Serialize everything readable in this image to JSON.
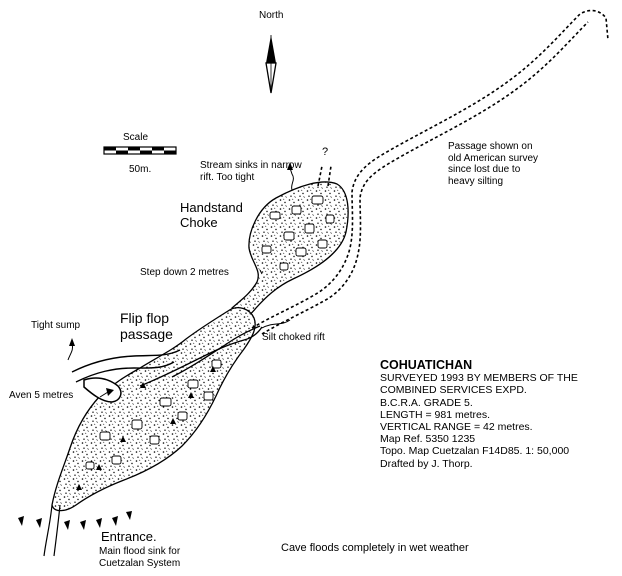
{
  "map": {
    "title": "COHUATICHAN",
    "north_label": "North",
    "scale": {
      "title": "Scale",
      "value": "50m."
    },
    "survey_lines": [
      "SURVEYED 1993 BY MEMBERS OF THE",
      "COMBINED SERVICES EXPD.",
      "B.C.R.A. GRADE 5.",
      "LENGTH = 981 metres.",
      "VERTICAL RANGE = 42 metres.",
      "Map Ref. 5350 1235",
      "Topo. Map Cuetzalan F14D85. 1: 50,000",
      "Drafted by J. Thorp."
    ],
    "labels": {
      "stream_sinks": [
        "Stream sinks in narrow",
        "rift. Too tight"
      ],
      "question_mark": "?",
      "handstand_choke": [
        "Handstand",
        "Choke"
      ],
      "step_down": "Step down 2 metres",
      "flip_flop": [
        "Flip flop",
        "passage"
      ],
      "tight_sump": "Tight sump",
      "silt_choked": "Silt choked rift",
      "aven": "Aven 5 metres",
      "entrance": "Entrance.",
      "main_flood_sink": [
        "Main flood sink for",
        "Cuetzalan System"
      ],
      "old_survey": [
        "Passage shown on",
        "old American survey",
        "since lost due to",
        "heavy silting"
      ],
      "floods_note": "Cave floods completely in wet weather"
    }
  }
}
